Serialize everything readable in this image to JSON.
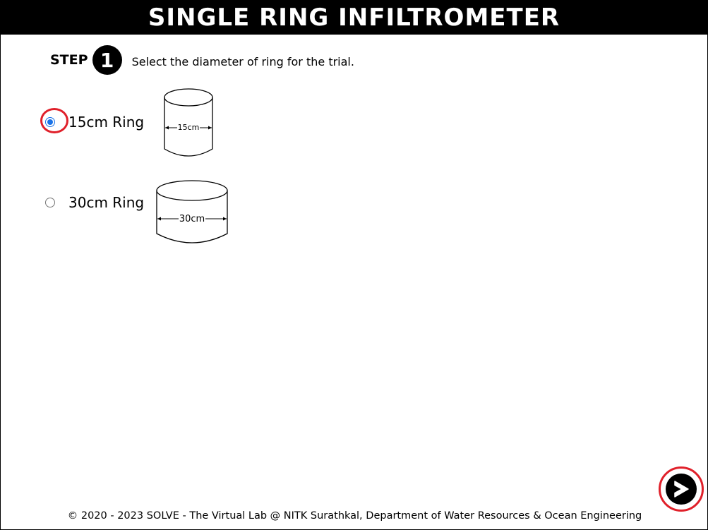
{
  "header": {
    "title": "SINGLE RING INFILTROMETER"
  },
  "step": {
    "label": "STEP",
    "number": "1",
    "instruction": "Select the diameter of ring for the trial."
  },
  "options": [
    {
      "label": "15cm Ring",
      "ring_label": "15cm",
      "selected": true
    },
    {
      "label": "30cm Ring",
      "ring_label": "30cm",
      "selected": false
    }
  ],
  "controls": {
    "next_icon": "next-arrow-icon",
    "highlight_color": "#e0202a",
    "radio_color": "#1a73e8"
  },
  "footer": {
    "text": "© 2020 - 2023 SOLVE - The Virtual Lab @ NITK Surathkal, Department of Water Resources & Ocean Engineering"
  }
}
